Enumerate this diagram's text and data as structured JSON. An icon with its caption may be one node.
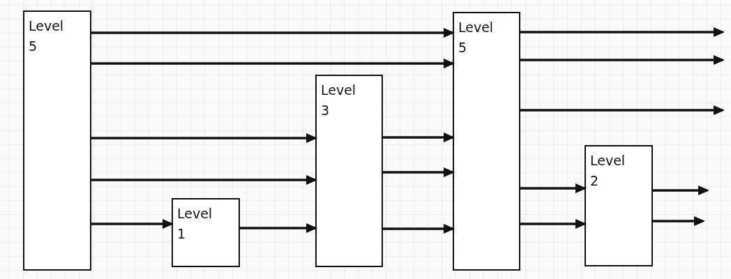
{
  "diagram": {
    "nodes": [
      {
        "text": [
          "Level 5"
        ]
      },
      {
        "text": [
          "Level 1"
        ]
      },
      {
        "text": [
          "Level 3"
        ]
      },
      {
        "text": [
          "Level 5"
        ]
      },
      {
        "text": [
          "Level 2"
        ]
      }
    ],
    "edges": [
      {
        "from": 0,
        "to": 3,
        "arrow": "to"
      },
      {
        "from": 0,
        "to": 3,
        "arrow": "to"
      },
      {
        "from": 0,
        "to": 2,
        "arrow": "to"
      },
      {
        "from": 0,
        "to": 2,
        "arrow": "to"
      },
      {
        "from": 0,
        "to": 1,
        "arrow": "to"
      },
      {
        "from": 1,
        "to": 2,
        "arrow": "to"
      },
      {
        "from": 2,
        "to": 3,
        "arrow": "to"
      },
      {
        "from": 2,
        "to": 3,
        "arrow": "to"
      },
      {
        "from": 2,
        "to": 3,
        "arrow": "to"
      },
      {
        "from": 3,
        "to": null,
        "arrow": "to"
      },
      {
        "from": 3,
        "to": null,
        "arrow": "to"
      },
      {
        "from": 3,
        "to": null,
        "arrow": "to"
      },
      {
        "from": 3,
        "to": 4,
        "arrow": "to"
      },
      {
        "from": 3,
        "to": 4,
        "arrow": "to"
      },
      {
        "from": 4,
        "to": null,
        "arrow": "to"
      },
      {
        "from": 4,
        "to": null,
        "arrow": "to"
      }
    ]
  }
}
